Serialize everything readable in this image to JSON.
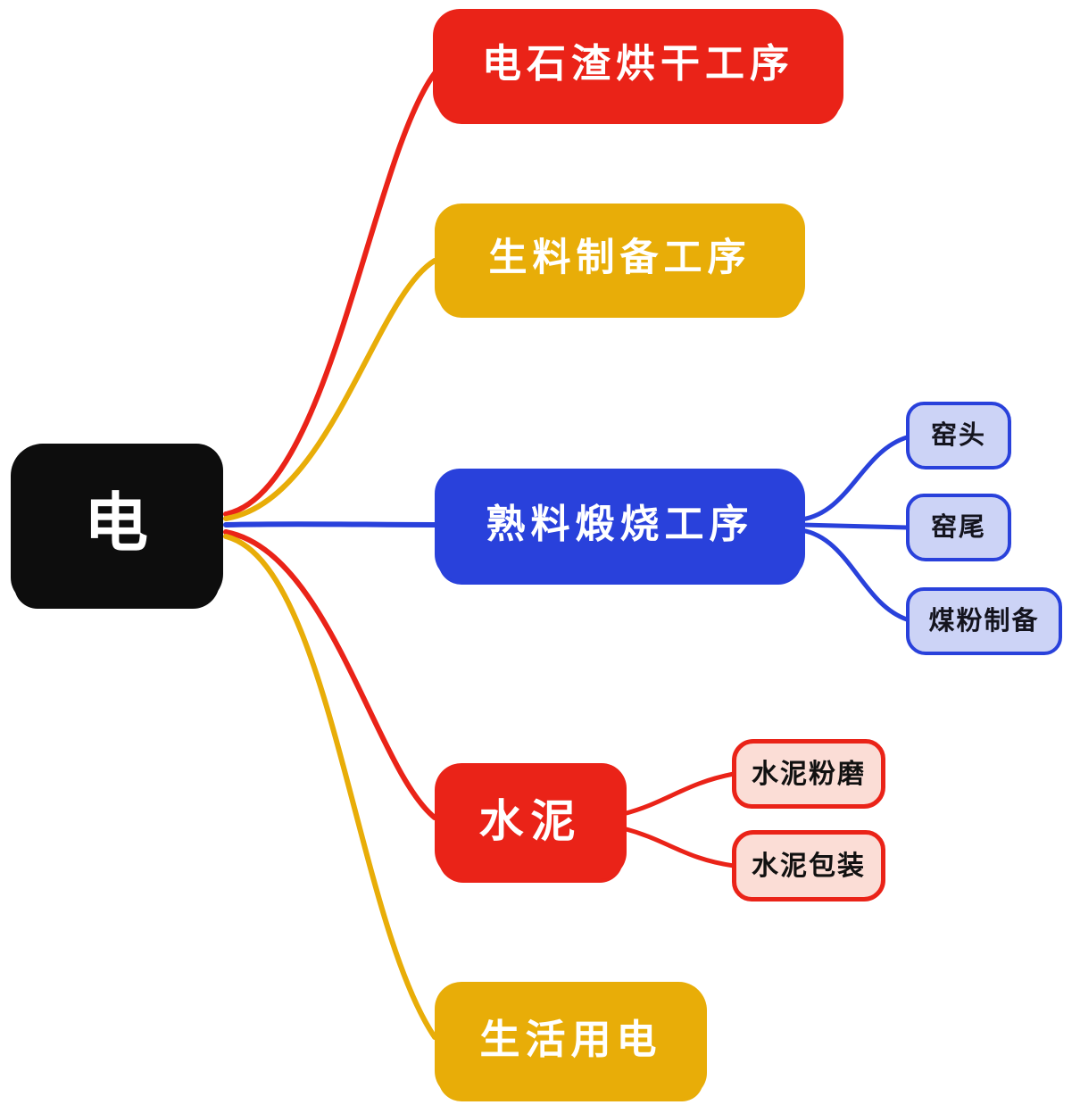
{
  "diagram": {
    "title": "electricity-usage-mindmap",
    "root": {
      "label": "电",
      "color": "#0d0d0d"
    },
    "branches": [
      {
        "label": "电石渣烘干工序",
        "color": "#ea2318"
      },
      {
        "label": "生料制备工序",
        "color": "#e8ad08"
      },
      {
        "label": "熟料煅烧工序",
        "color": "#2941db",
        "children": [
          {
            "label": "窑头"
          },
          {
            "label": "窑尾"
          },
          {
            "label": "煤粉制备"
          }
        ]
      },
      {
        "label": "水泥",
        "color": "#ea2318",
        "children": [
          {
            "label": "水泥粉磨"
          },
          {
            "label": "水泥包装"
          }
        ]
      },
      {
        "label": "生活用电",
        "color": "#e8ad08"
      }
    ],
    "colors": {
      "red": "#ea2318",
      "yellow": "#e8ad08",
      "blue": "#2941db",
      "sub_blue_fill": "#ccd3f6",
      "sub_pink_fill": "#fbddd6",
      "root_black": "#0d0d0d",
      "background": "#ffffff"
    }
  }
}
